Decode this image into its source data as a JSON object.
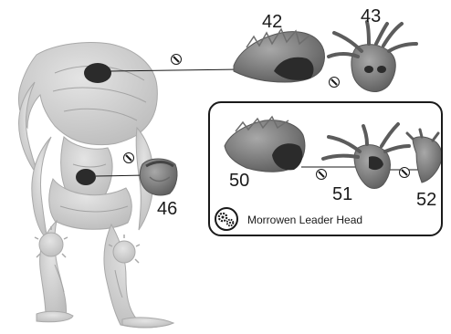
{
  "parts": {
    "p42": "42",
    "p43": "43",
    "p46": "46",
    "p50": "50",
    "p51": "51",
    "p52": "52"
  },
  "inset": {
    "caption": "Morrowen Leader Head",
    "icon": "gears-icon"
  },
  "icons": {
    "glue": "glue-icon"
  },
  "colors": {
    "figure": "#d4d4d4",
    "figure_shade": "#b5b5b5",
    "part": "#8e8e8e",
    "part_dark": "#5c5c5c",
    "socket": "#2b2b2b",
    "line": "#1a1a1a"
  }
}
